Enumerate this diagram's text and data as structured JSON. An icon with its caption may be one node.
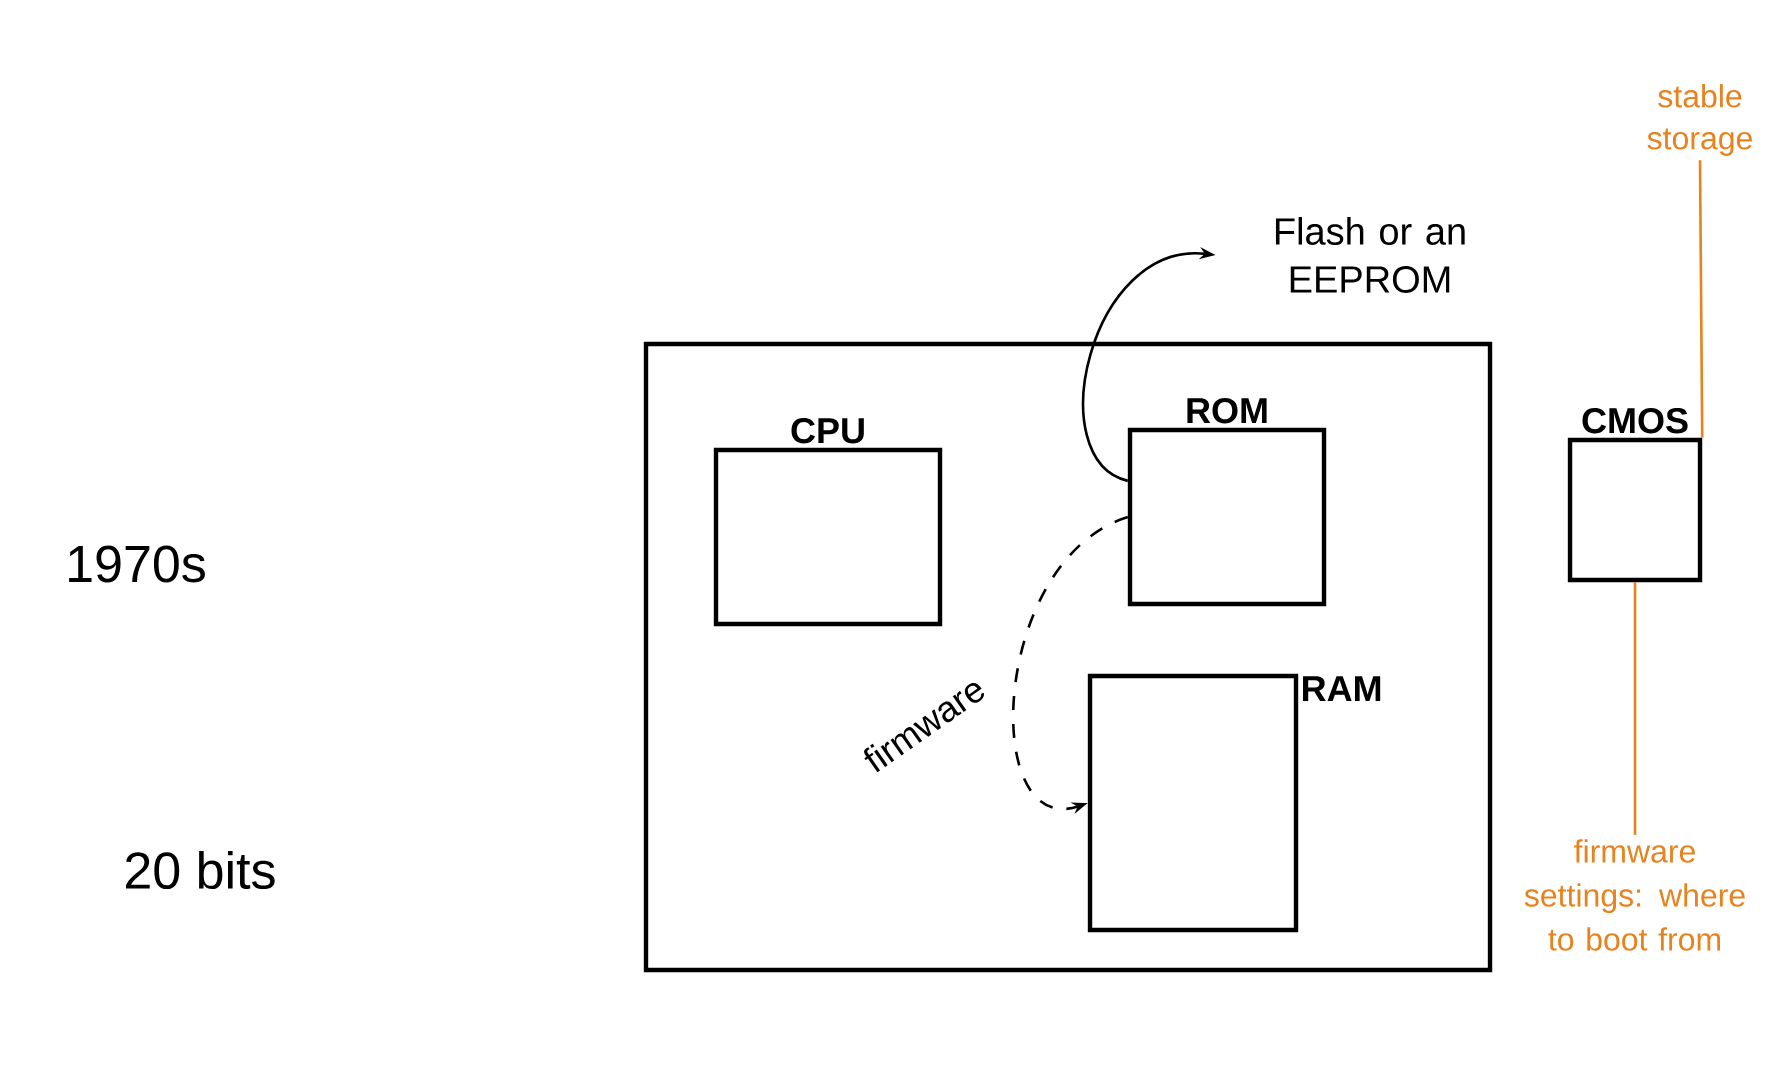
{
  "diagram": {
    "nodes": [
      {
        "text": [],
        "shape": "box"
      },
      {
        "text": [
          "CPU"
        ],
        "in": 0
      },
      {
        "text": [
          "ROM"
        ],
        "in": 0
      },
      {
        "text": [
          "RAM"
        ],
        "in": 0
      },
      {
        "text": [
          "CMOS"
        ]
      },
      {
        "text": [
          "Flash or an EEPROM"
        ]
      },
      {
        "text": [
          "stable storage"
        ]
      },
      {
        "text": [
          "firmware settings: where to boot from"
        ]
      }
    ],
    "edges": [
      {
        "from": 2,
        "to": 5,
        "arrow": "to"
      },
      {
        "from": 2,
        "to": 3,
        "arrow": "to",
        "label": "firmware",
        "style": "dashed"
      },
      {
        "from": 4,
        "to": 6,
        "arrow": "none",
        "color": "#e8821e"
      },
      {
        "from": 4,
        "to": 7,
        "arrow": "none",
        "color": "#e8821e"
      }
    ],
    "labels": [
      "1970s",
      "20 bits"
    ]
  }
}
